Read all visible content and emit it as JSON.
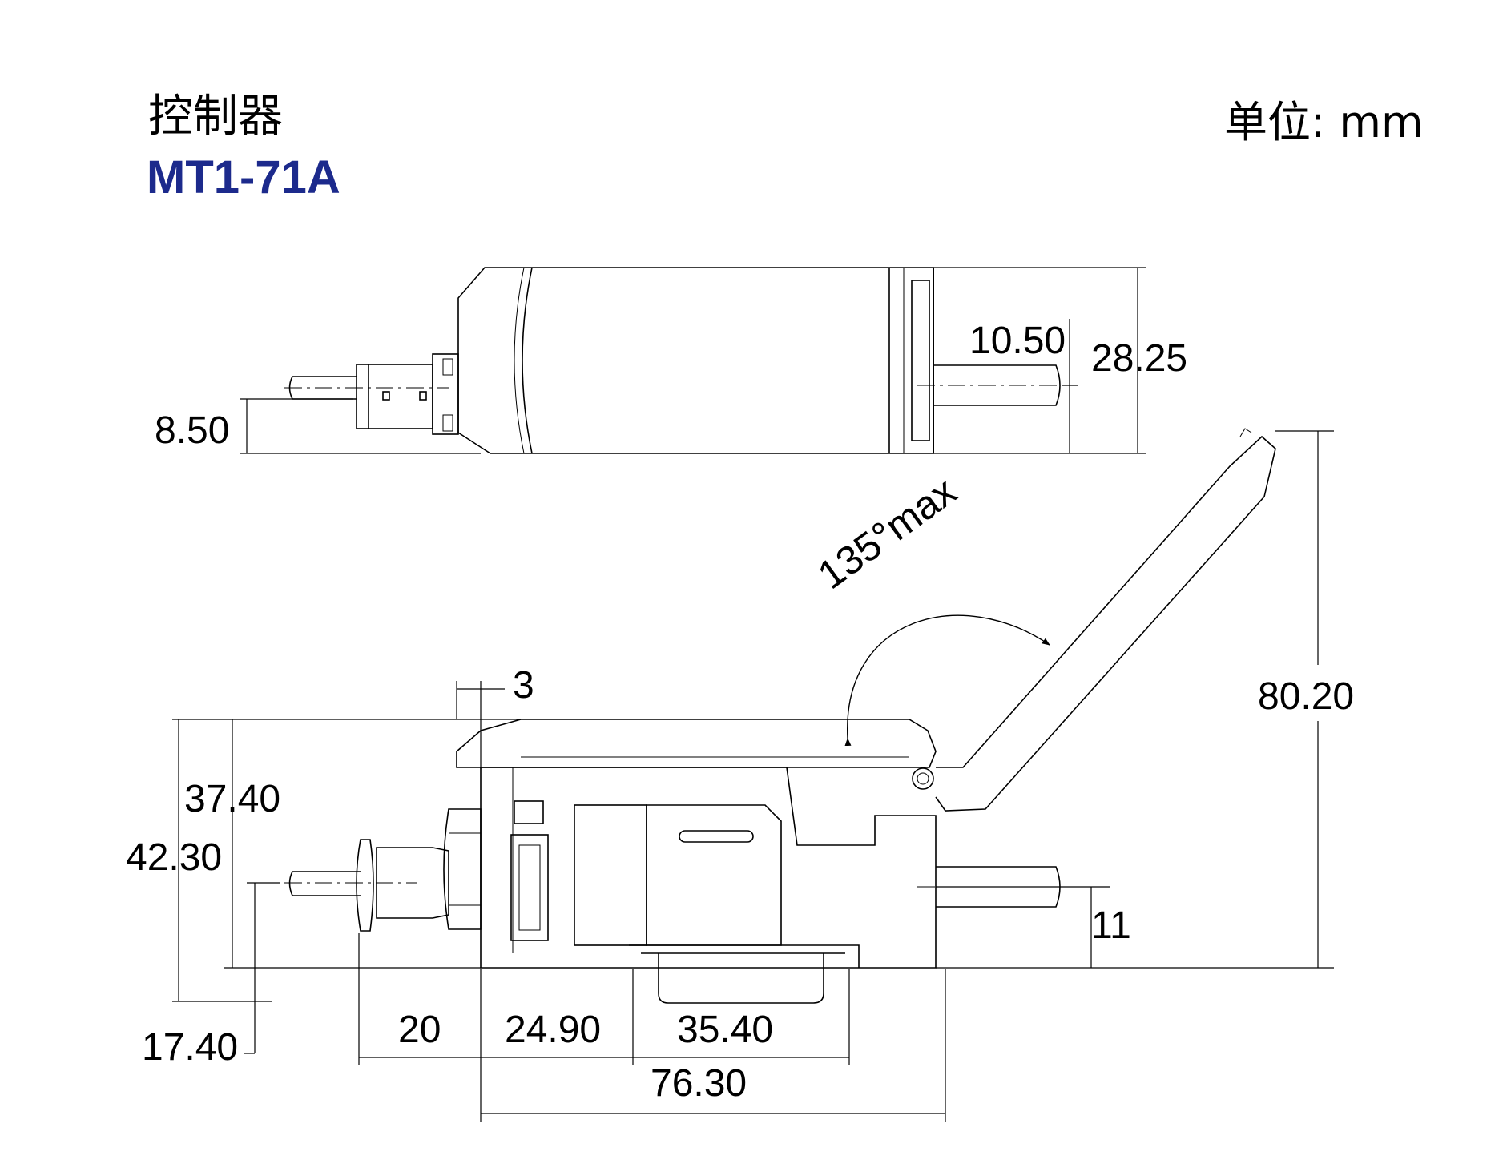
{
  "title": {
    "label": "控制器",
    "model": "MT1-71A"
  },
  "unit_label": "单位: mm",
  "top_view": {
    "dims": {
      "left_axis_height": "8.50",
      "right_axis_height": "10.50",
      "total_height": "28.25"
    }
  },
  "side_view": {
    "cover_angle": "135°max",
    "dims": {
      "cover_overhang": "3",
      "cover_height": "37.40",
      "total_height_front": "42.30",
      "connector_axis_height": "17.40",
      "connector_length": "20",
      "front_to_rail": "24.90",
      "rail_width": "35.40",
      "body_length": "76.30",
      "cable_axis_height": "11",
      "open_cover_height": "80.20"
    }
  },
  "colors": {
    "model_text": "#1c2a8c",
    "line": "#000000",
    "title_text": "#000000"
  }
}
